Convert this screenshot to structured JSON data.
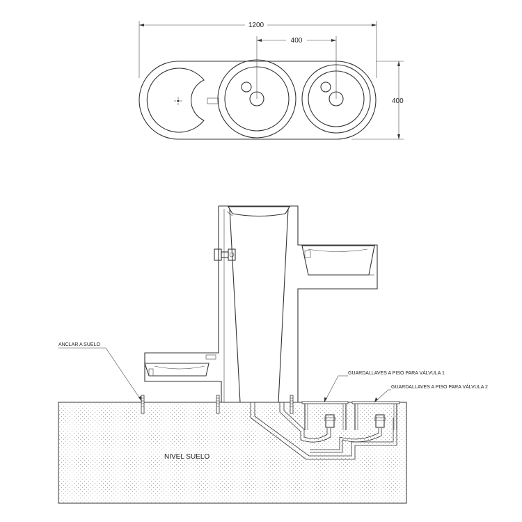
{
  "plan_view": {
    "dim_total_width": "1200",
    "dim_basin_spacing": "400",
    "dim_depth": "400"
  },
  "elevation_view": {
    "label_anchor": "ANCLAR A SUELO",
    "label_valve_guard_1": "GUARDALLAVES A PISO PARA VÁLVULA 1",
    "label_valve_guard_2": "GUARDALLAVES A PISO PARA VÁLVULA 2",
    "label_floor": "NIVEL SUELO"
  },
  "colors": {
    "line": "#333333",
    "soil_dots": "#9a9a9a",
    "background": "#ffffff"
  }
}
